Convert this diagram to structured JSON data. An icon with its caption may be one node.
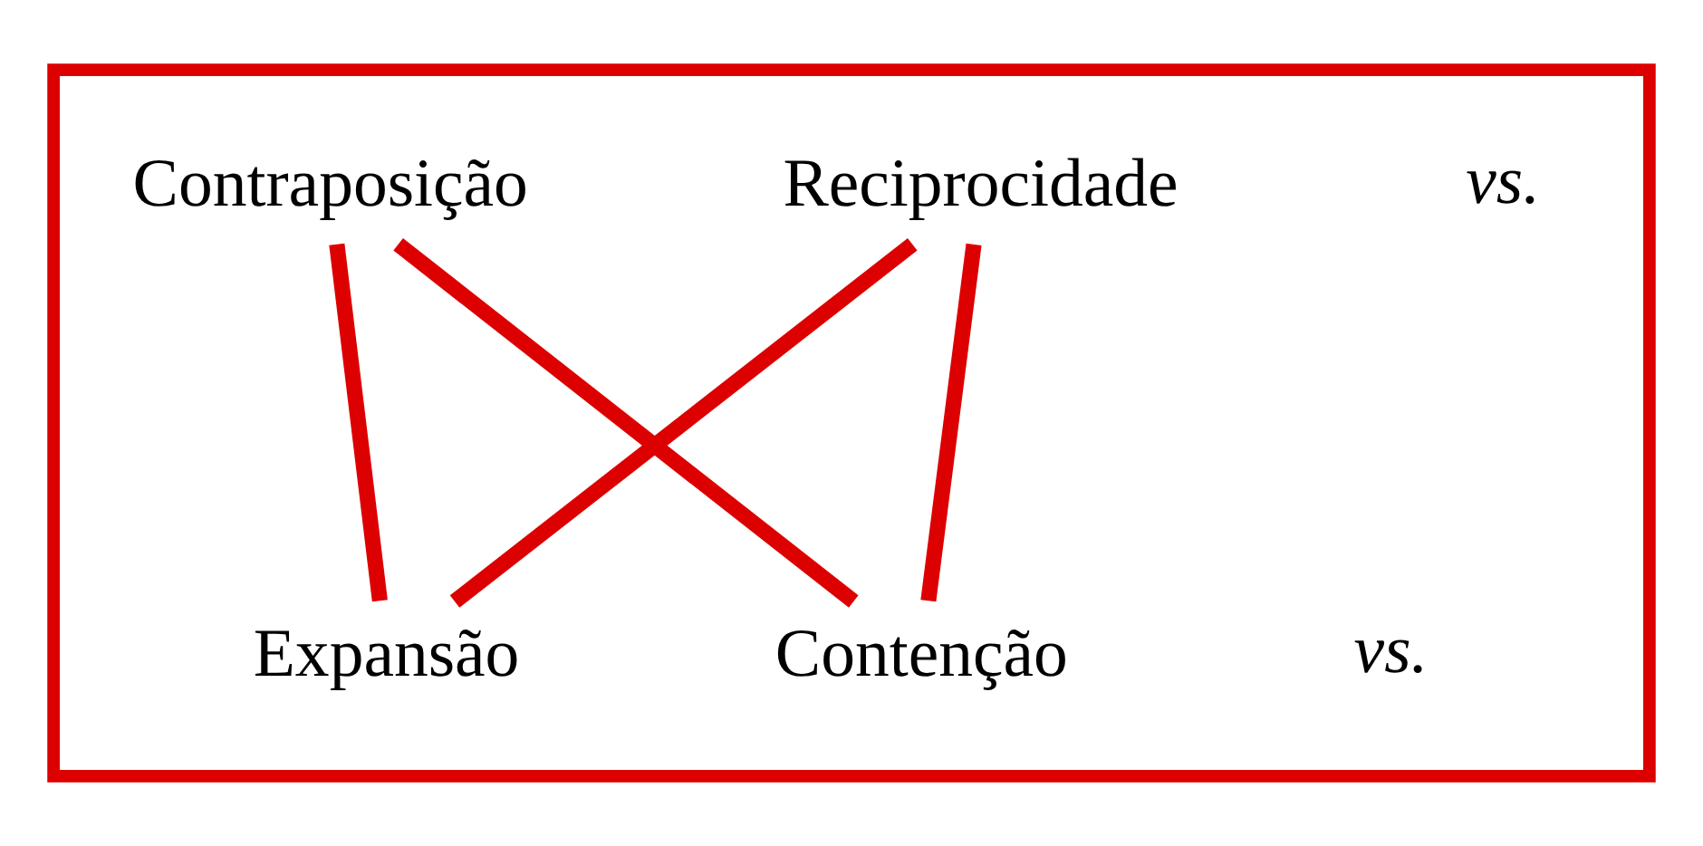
{
  "diagram": {
    "nodes": [
      {
        "text": [],
        "shape": "box"
      },
      {
        "text": [
          "Reciprocidade"
        ],
        "in": 0
      },
      {
        "text": [
          "Contraposição"
        ],
        "in": 0
      },
      {
        "text": [
          "Contenção"
        ],
        "in": 0
      },
      {
        "text": [
          "Expansão"
        ],
        "in": 0
      }
    ],
    "edges": [
      {
        "from": 1,
        "to": 3,
        "arrow": "none"
      },
      {
        "from": 1,
        "to": 4,
        "arrow": "none"
      },
      {
        "from": 2,
        "to": 3,
        "arrow": "none"
      },
      {
        "from": 2,
        "to": 4,
        "arrow": "none"
      }
    ],
    "labels": [
      "vs.",
      "vs."
    ]
  }
}
